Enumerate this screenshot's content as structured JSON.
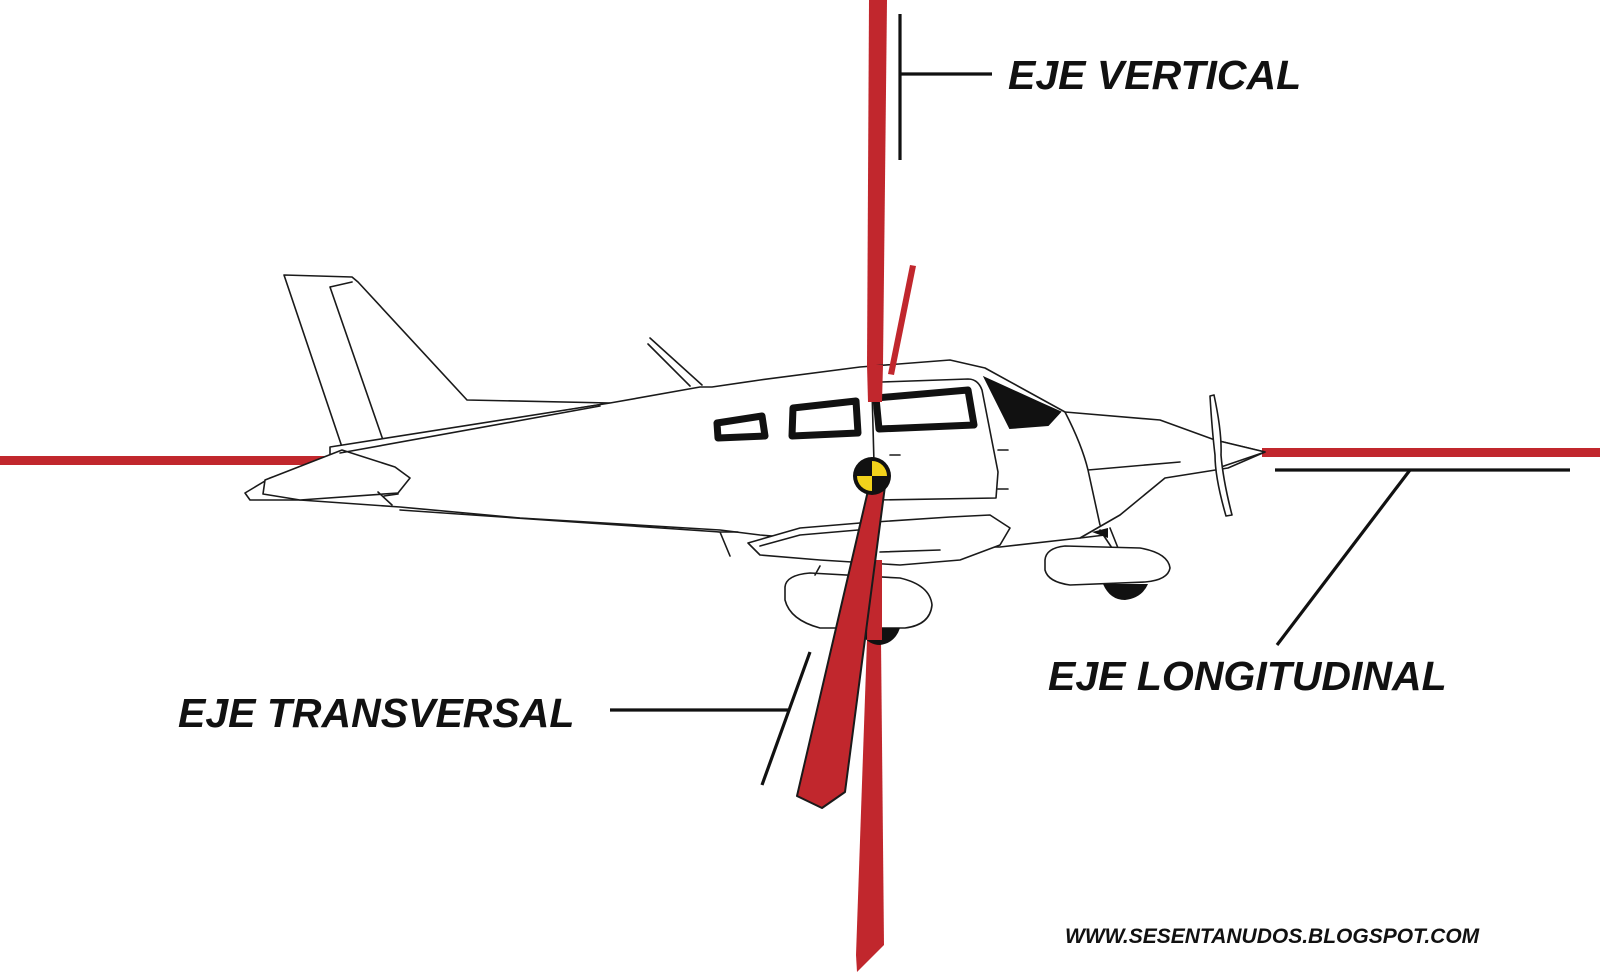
{
  "labels": {
    "vertical": "EJE VERTICAL",
    "longitudinal": "EJE LONGITUDINAL",
    "transversal": "EJE TRANSVERSAL"
  },
  "credit": "WWW.SESENTANUDOS.BLOGSPOT.COM",
  "colors": {
    "axis": "#c1272d",
    "outline": "#1a1a1a",
    "cg_marker": "#f2d21b",
    "background": "#ffffff"
  }
}
